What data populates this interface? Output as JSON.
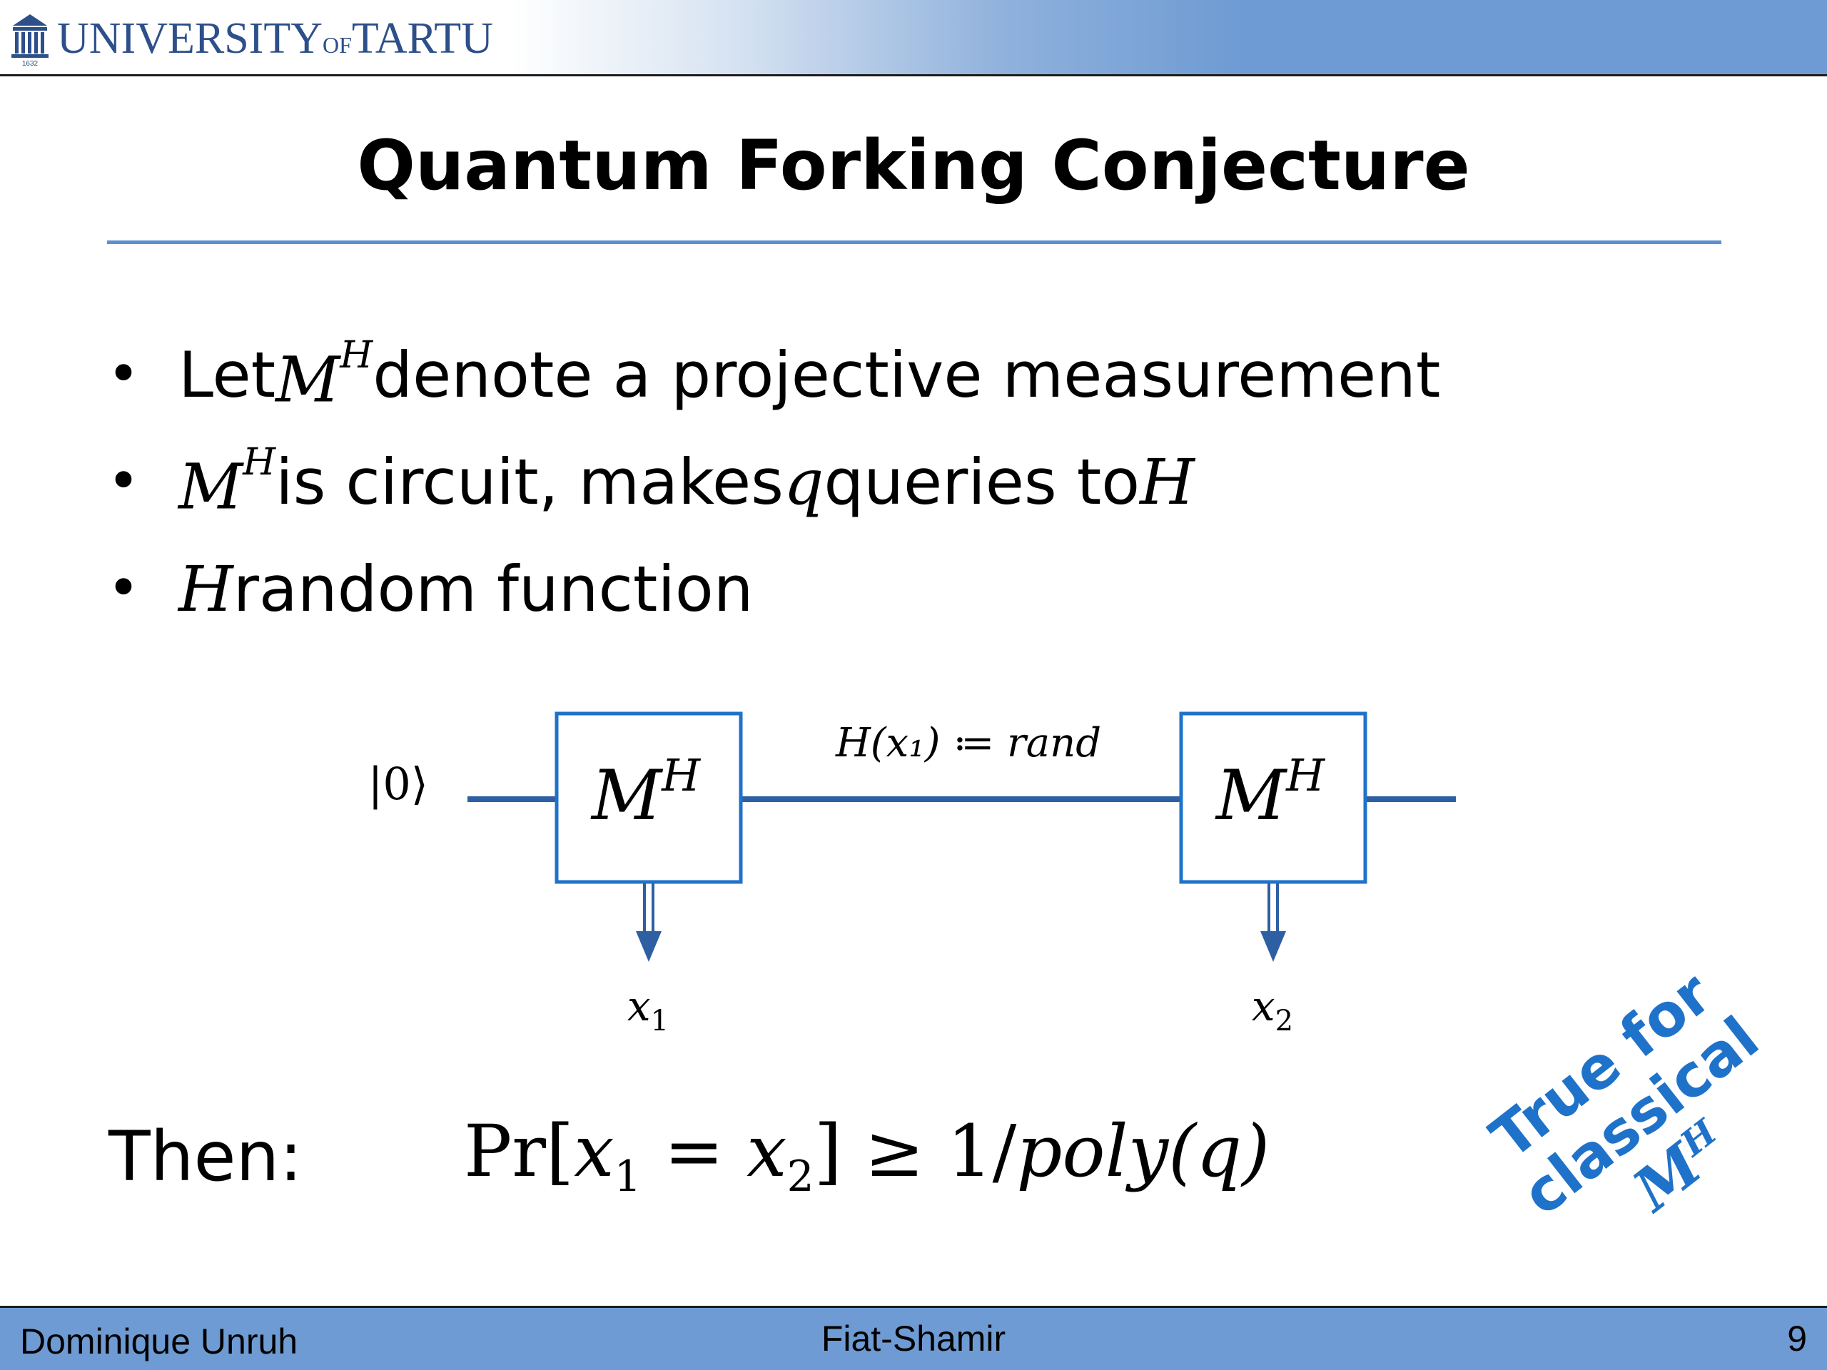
{
  "header": {
    "logo_main": "UNIVERSITY",
    "logo_of": "OF",
    "logo_name": "TARTU",
    "logo_year": "1632"
  },
  "slide": {
    "title": "Quantum Forking Conjecture",
    "bullets": [
      {
        "pre": "Let ",
        "math": "M",
        "sup": "H",
        "post": " denote a projective measurement"
      },
      {
        "math": "M",
        "sup": "H",
        "mid1": " is circuit, makes ",
        "q": "q",
        "mid2": " queries to ",
        "h": "H"
      },
      {
        "math": "H",
        "post": " random function"
      }
    ],
    "then_label": "Then:",
    "formula": {
      "pr": "Pr[",
      "x": "x",
      "sub1": "1",
      "eq": " = ",
      "sub2": "2",
      "close": "] ≥ 1/",
      "poly": "poly",
      "arg": "(q)"
    }
  },
  "diagram": {
    "input_label": "|0⟩",
    "box_label": "M",
    "box_sup": "H",
    "wire_label": "H(x₁) ≔ rand",
    "out1": "x",
    "out1_sub": "1",
    "out2": "x",
    "out2_sub": "2",
    "colors": {
      "wire": "#2e5fa3",
      "box": "#1f72c9"
    }
  },
  "stamp": {
    "line1": "True for",
    "line2": "classical ",
    "math": "M",
    "sup": "H",
    "color": "#1f72c9"
  },
  "footer": {
    "author": "Dominique Unruh",
    "topic": "Fiat-Shamir",
    "page": "9"
  }
}
